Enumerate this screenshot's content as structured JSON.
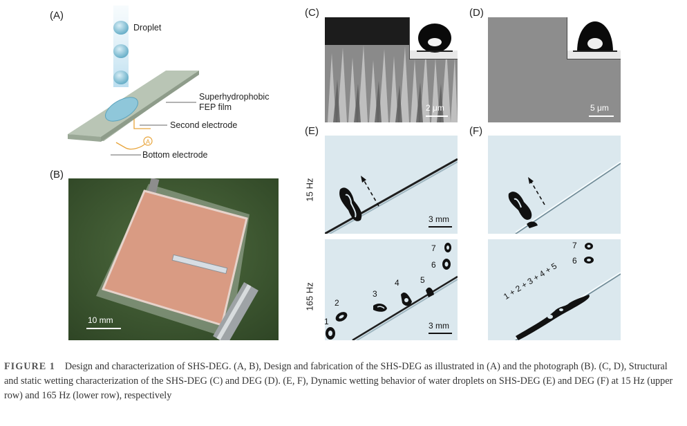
{
  "panels": {
    "A": {
      "label": "(A)",
      "callouts": {
        "droplet": "Droplet",
        "film": [
          "Superhydrophobic",
          "FEP film"
        ],
        "second_electrode": "Second electrode",
        "bottom_electrode": "Bottom electrode",
        "ammeter": "A"
      }
    },
    "B": {
      "label": "(B)",
      "scale_bar": "10 mm"
    },
    "C": {
      "label": "(C)",
      "scale_bar": "2 μm"
    },
    "D": {
      "label": "(D)",
      "scale_bar": "5 μm"
    },
    "E": {
      "label": "(E)",
      "row_labels": [
        "15 Hz",
        "165 Hz"
      ],
      "scale_bar_top": "3 mm",
      "scale_bar_bottom": "3 mm",
      "droplet_numbers": [
        "1",
        "2",
        "3",
        "4",
        "5",
        "6",
        "7"
      ]
    },
    "F": {
      "label": "(F)",
      "droplet_numbers": [
        "6",
        "7"
      ],
      "sequence_label": "1 + 2 + 3 + 4 + 5"
    }
  },
  "caption": {
    "figure_label": "FIGURE 1",
    "text": "Design and characterization of SHS-DEG. (A, B), Design and fabrication of the SHS-DEG as illustrated in (A) and the photograph (B). (C, D), Structural and static wetting characterization of the SHS-DEG (C) and DEG (D). (E, F), Dynamic wetting behavior of water droplets on SHS-DEG (E) and DEG (F) at 15 Hz (upper row) and 165 Hz (lower row), respectively"
  },
  "colors": {
    "substrate": "#b7c3b4",
    "droplet": "#8fc3d6",
    "wire": "#e8a43a",
    "photo_background": "#3f5a32",
    "fep_sheet": "#d99b83",
    "sem_dark": "#8a8a8a",
    "sem_flat": "#8d8d8d",
    "video_bg": "#dbe8ee"
  }
}
